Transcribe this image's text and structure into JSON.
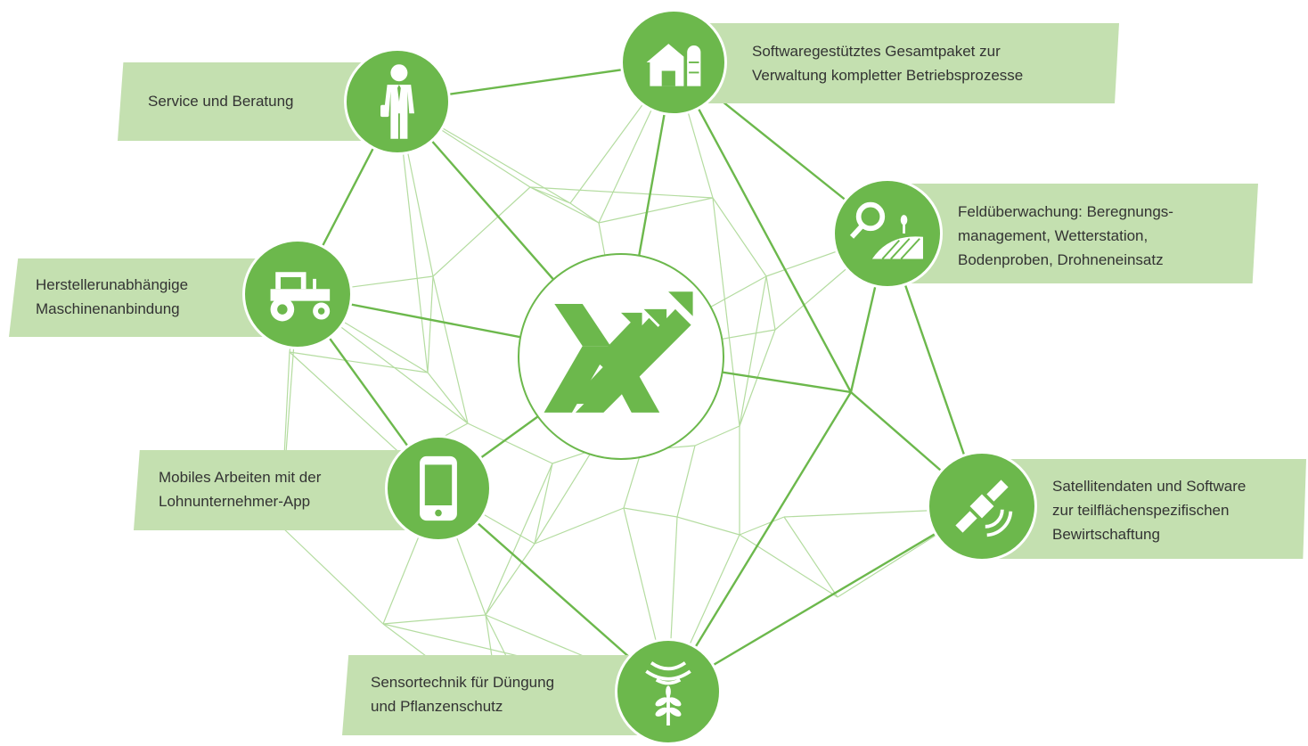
{
  "colors": {
    "node_green": "#6cb84c",
    "banner_green": "#c4e0b0",
    "line_strong": "#6cb84c",
    "line_light": "#b4dca0",
    "text": "#333333"
  },
  "hub": {
    "logo_icon": "x-arrows-logo-icon"
  },
  "nodes": [
    {
      "id": "software",
      "icon": "farm-building-silo-icon",
      "lines": [
        "Softwaregestütztes Gesamtpaket zur",
        "Verwaltung kompletter Betriebsprozesse"
      ]
    },
    {
      "id": "service",
      "icon": "businessman-icon",
      "lines": [
        "Service und Beratung"
      ]
    },
    {
      "id": "field",
      "icon": "magnifier-field-icon",
      "lines": [
        "Feldüberwachung: Beregnungs-",
        "management, Wetterstation,",
        "Bodenproben, Drohneneinsatz"
      ]
    },
    {
      "id": "machine",
      "icon": "tractor-icon",
      "lines": [
        "Herstellerunabhängige",
        "Maschinenanbindung"
      ]
    },
    {
      "id": "mobile",
      "icon": "smartphone-icon",
      "lines": [
        "Mobiles Arbeiten mit der",
        "Lohnunternehmer-App"
      ]
    },
    {
      "id": "satellite",
      "icon": "satellite-icon",
      "lines": [
        "Satellitendaten und Software",
        "zur teilflächenspezifischen",
        "Bewirtschaftung"
      ]
    },
    {
      "id": "sensor",
      "icon": "sensor-plant-icon",
      "lines": [
        "Sensortechnik für Düngung",
        "und Pflanzenschutz"
      ]
    }
  ]
}
